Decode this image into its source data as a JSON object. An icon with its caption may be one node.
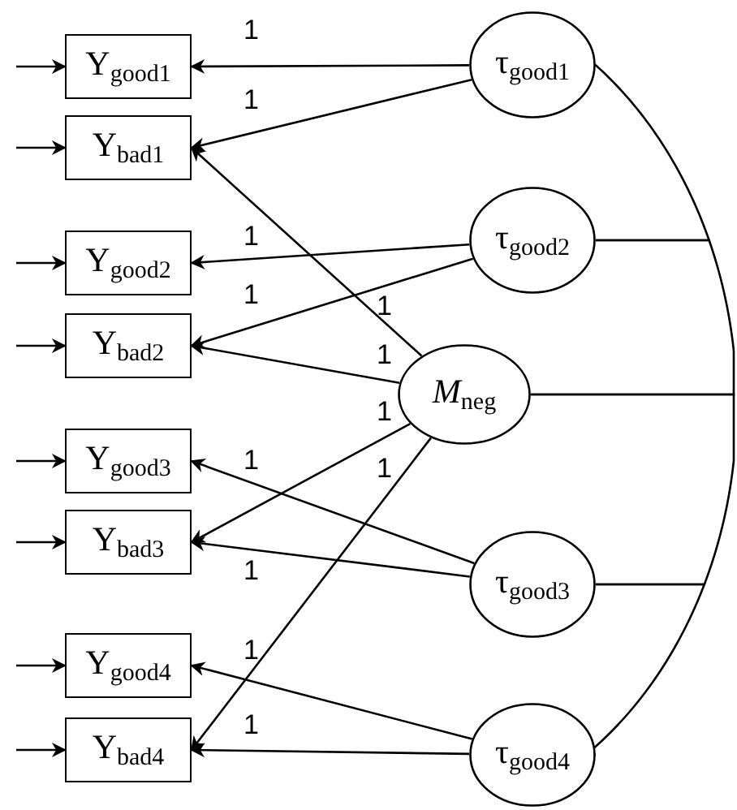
{
  "diagram": {
    "nodes": [
      {
        "text": [
          "Y$_{good1}$"
        ]
      },
      {
        "text": [
          "Y$_{bad1}$"
        ]
      },
      {
        "text": [
          "Y$_{good2}$"
        ]
      },
      {
        "text": [
          "Y$_{bad2}$"
        ]
      },
      {
        "text": [
          "Y$_{good3}$"
        ]
      },
      {
        "text": [
          "Y$_{bad3}$"
        ]
      },
      {
        "text": [
          "Y$_{good4}$"
        ]
      },
      {
        "text": [
          "Y$_{bad4}$"
        ]
      },
      {
        "text": [
          "τ$_{good1}$"
        ]
      },
      {
        "text": [
          "τ$_{good2}$"
        ]
      },
      {
        "text": [
          "*M*$_{neg}$"
        ]
      },
      {
        "text": [
          "τ$_{good3}$"
        ]
      },
      {
        "text": [
          "τ$_{good4}$"
        ]
      }
    ],
    "edges": [
      {
        "from": null,
        "to": 0,
        "arrow": "to"
      },
      {
        "from": null,
        "to": 1,
        "arrow": "to"
      },
      {
        "from": null,
        "to": 2,
        "arrow": "to"
      },
      {
        "from": null,
        "to": 3,
        "arrow": "to"
      },
      {
        "from": null,
        "to": 4,
        "arrow": "to"
      },
      {
        "from": null,
        "to": 5,
        "arrow": "to"
      },
      {
        "from": null,
        "to": 6,
        "arrow": "to"
      },
      {
        "from": null,
        "to": 7,
        "arrow": "to"
      },
      {
        "from": 8,
        "to": 0,
        "arrow": "to",
        "label": "1"
      },
      {
        "from": 8,
        "to": 1,
        "arrow": "to",
        "label": "1"
      },
      {
        "from": 10,
        "to": 1,
        "arrow": "to",
        "label": "1"
      },
      {
        "from": 9,
        "to": 2,
        "arrow": "to",
        "label": "1"
      },
      {
        "from": 9,
        "to": 3,
        "arrow": "to",
        "label": "1"
      },
      {
        "from": 10,
        "to": 3,
        "arrow": "to",
        "label": "1"
      },
      {
        "from": 10,
        "to": 5,
        "arrow": "to",
        "label": "1"
      },
      {
        "from": 10,
        "to": 7,
        "arrow": "to",
        "label": "1"
      },
      {
        "from": 11,
        "to": 4,
        "arrow": "to",
        "label": "1"
      },
      {
        "from": 11,
        "to": 5,
        "arrow": "to",
        "label": "1"
      },
      {
        "from": 12,
        "to": 6,
        "arrow": "to",
        "label": "1"
      },
      {
        "from": 12,
        "to": 7,
        "arrow": "to",
        "label": "1"
      },
      {
        "from": 8,
        "to": 9,
        "arrow": "none"
      },
      {
        "from": 9,
        "to": 10,
        "arrow": "none"
      },
      {
        "from": 10,
        "to": 11,
        "arrow": "none"
      },
      {
        "from": 11,
        "to": 12,
        "arrow": "none"
      }
    ]
  }
}
